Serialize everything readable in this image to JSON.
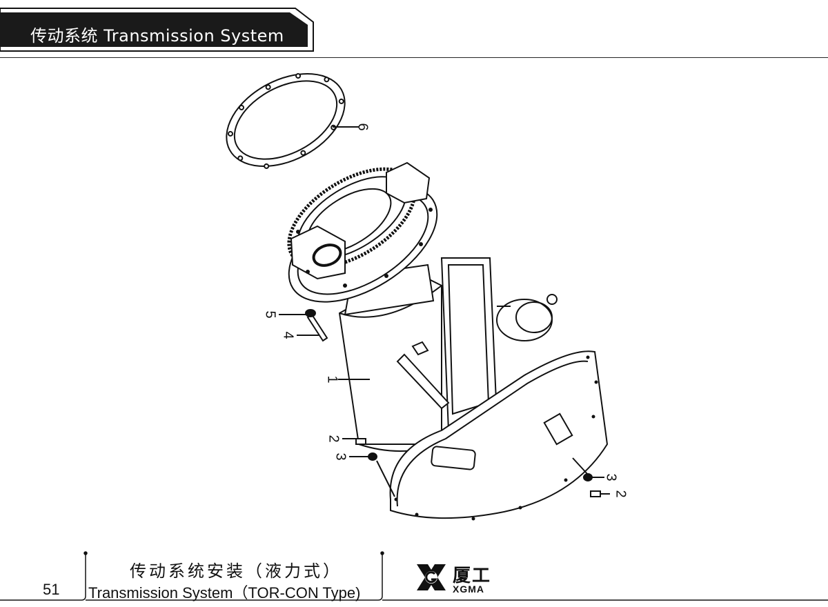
{
  "header": {
    "title": "传动系统  Transmission System"
  },
  "callouts": {
    "c6": "6",
    "c5": "5",
    "c4": "4",
    "c1": "1",
    "c2_left": "2",
    "c3_left": "3",
    "c3_right": "3",
    "c2_right": "2"
  },
  "footer": {
    "page_number": "51",
    "caption_cn": "传动系统安装（液力式）",
    "caption_en": "Transmission System（TOR-CON Type)",
    "brand_cn": "厦工",
    "brand_en": "XGMA"
  },
  "colors": {
    "banner": "#1a1a1a",
    "ink": "#111111"
  }
}
